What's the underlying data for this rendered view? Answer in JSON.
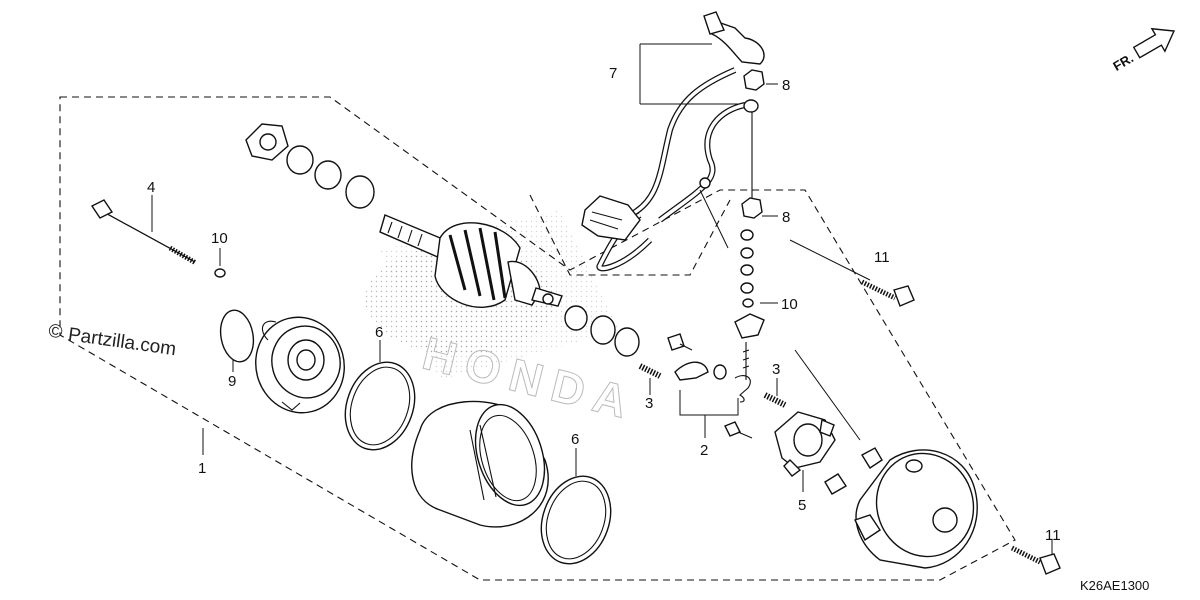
{
  "watermark": {
    "symbol": "©",
    "text": "Partzilla.com"
  },
  "brand_text": "HONDA",
  "diagram_code": "K26AE1300",
  "direction_arrow": {
    "label": "FR."
  },
  "callouts": {
    "c1": "1",
    "c2": "2",
    "c3a": "3",
    "c3b": "3",
    "c4": "4",
    "c5": "5",
    "c6a": "6",
    "c6b": "6",
    "c7": "7",
    "c8a": "8",
    "c8b": "8",
    "c9": "9",
    "c10a": "10",
    "c10b": "10",
    "c11a": "11",
    "c11b": "11"
  }
}
